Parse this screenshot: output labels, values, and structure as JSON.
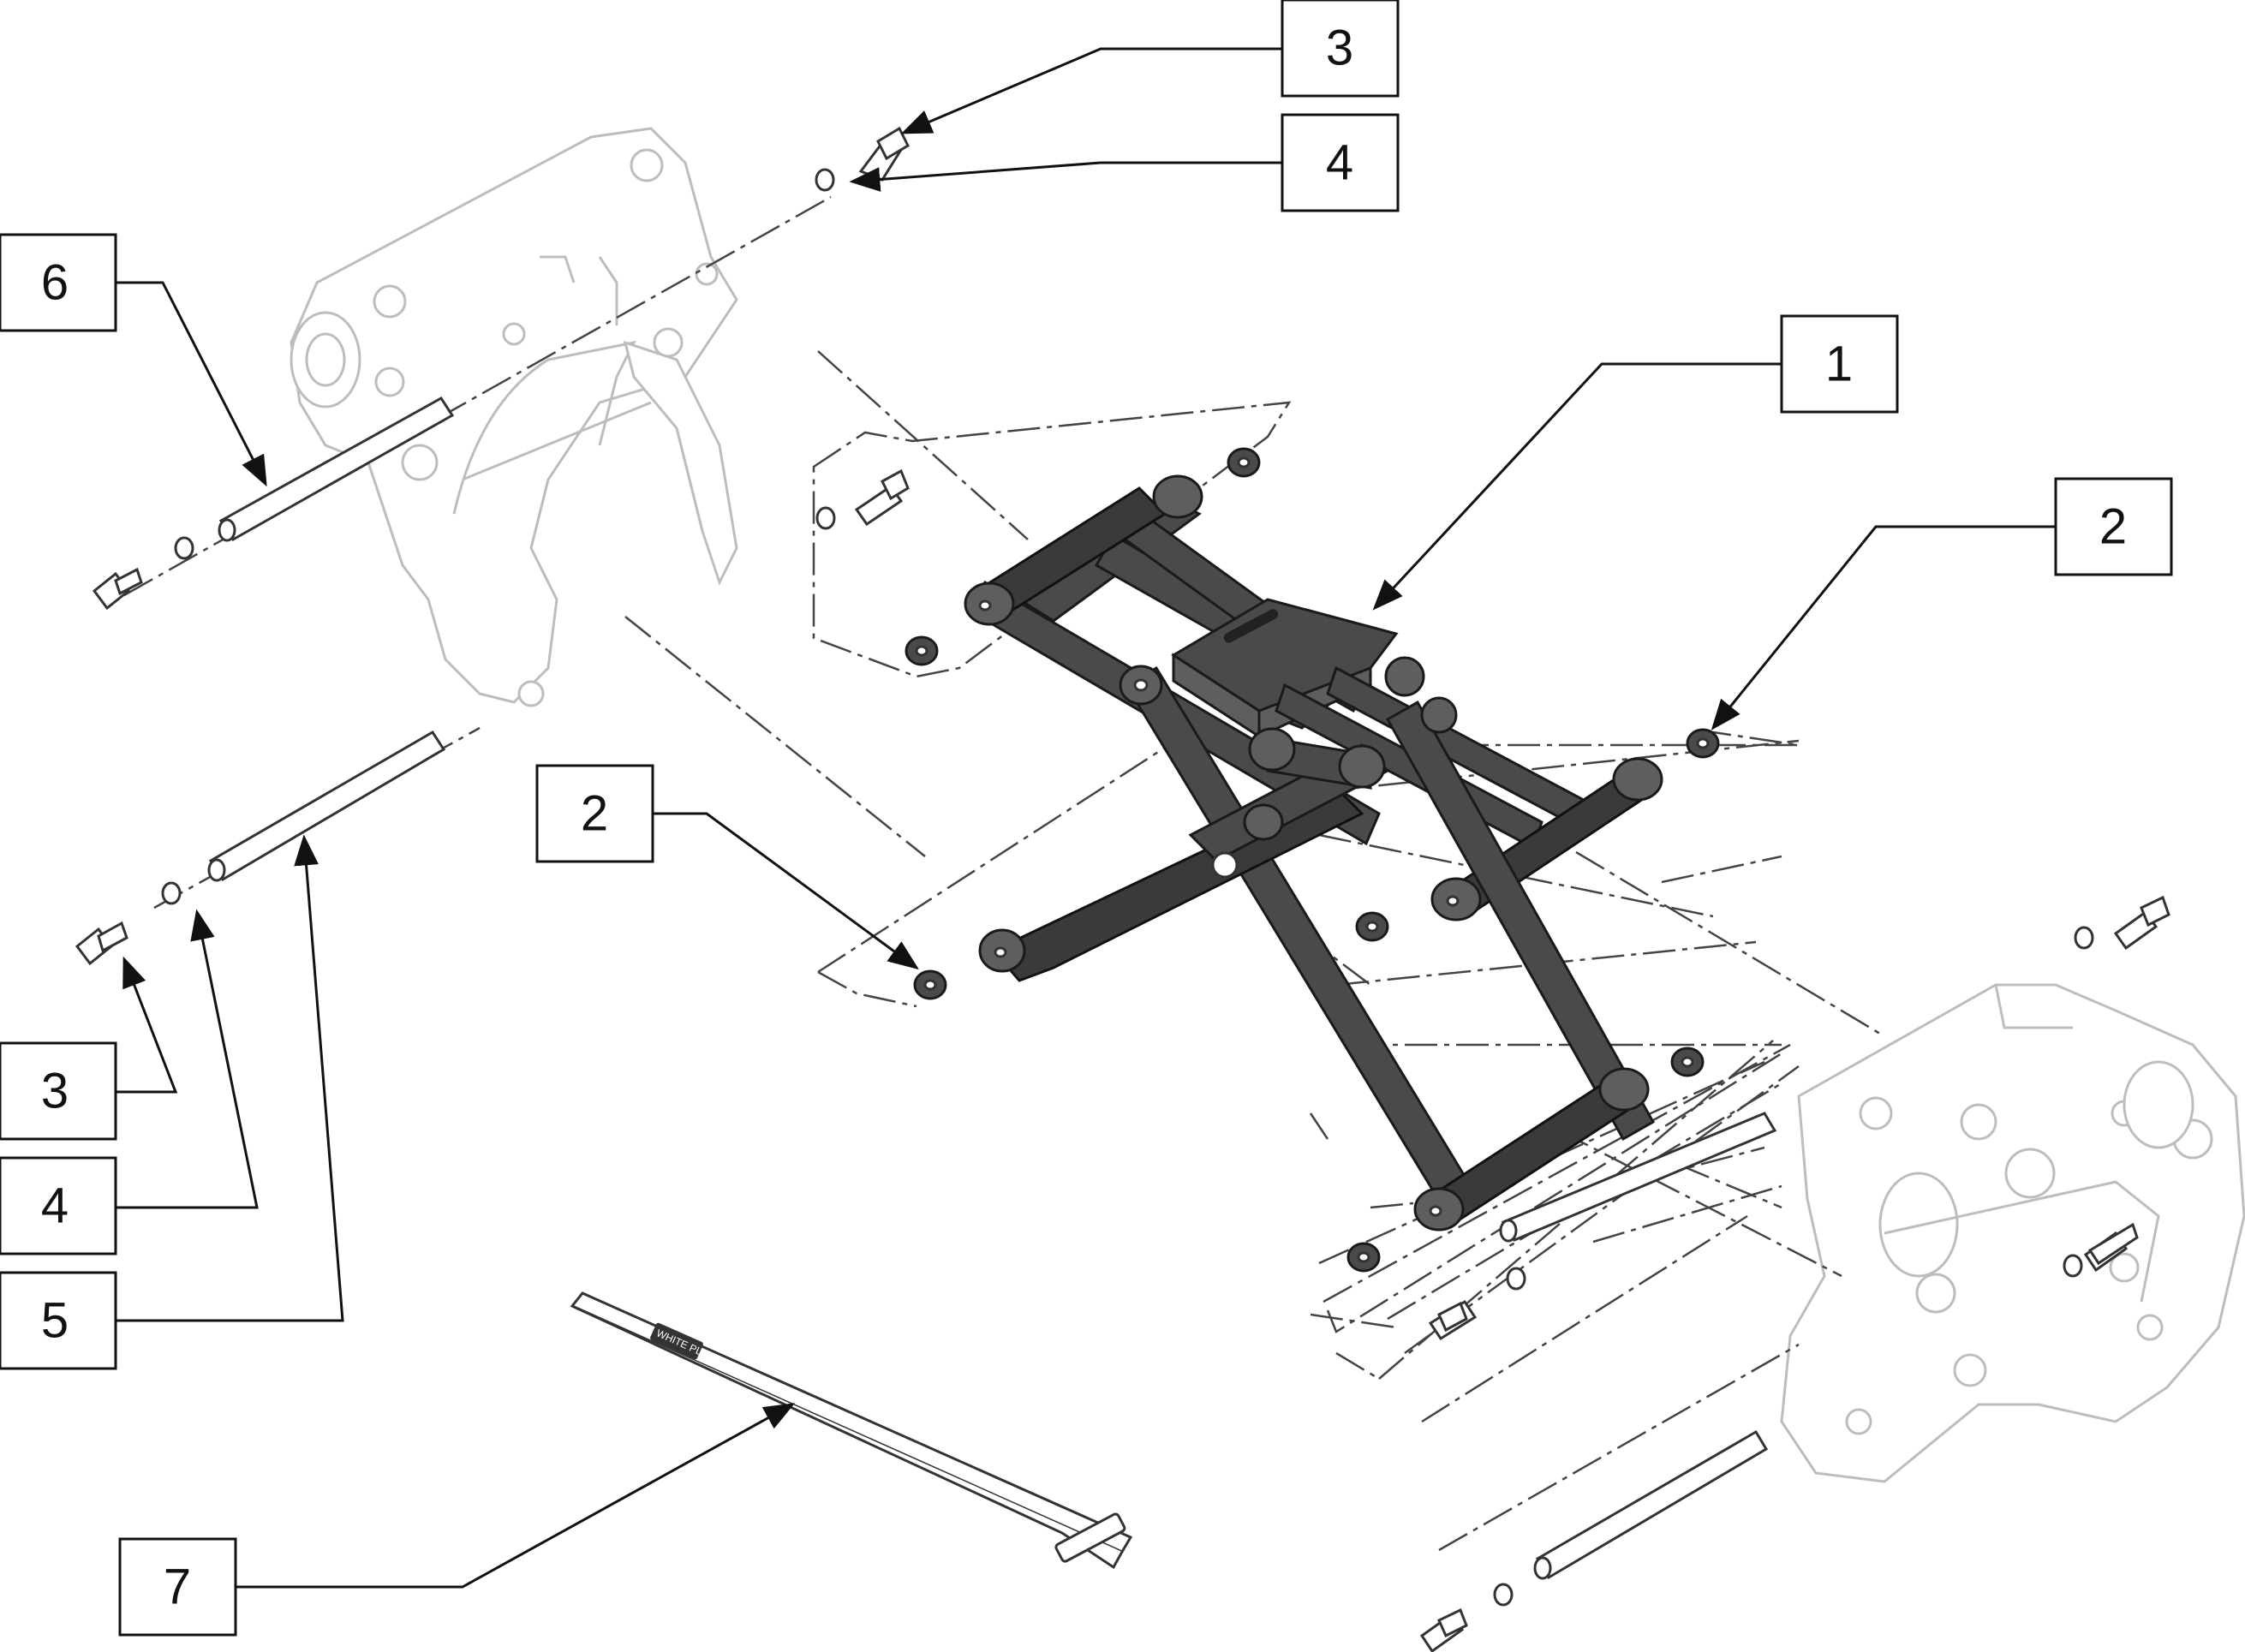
{
  "callouts": [
    {
      "id": "c3-top",
      "label": "3"
    },
    {
      "id": "c4-top",
      "label": "4"
    },
    {
      "id": "c6",
      "label": "6"
    },
    {
      "id": "c1",
      "label": "1"
    },
    {
      "id": "c2-right",
      "label": "2"
    },
    {
      "id": "c2-left",
      "label": "2"
    },
    {
      "id": "c3-bottom",
      "label": "3"
    },
    {
      "id": "c4-bottom",
      "label": "4"
    },
    {
      "id": "c5",
      "label": "5"
    },
    {
      "id": "c7",
      "label": "7"
    }
  ],
  "strap_text": "WHITE PLATE"
}
